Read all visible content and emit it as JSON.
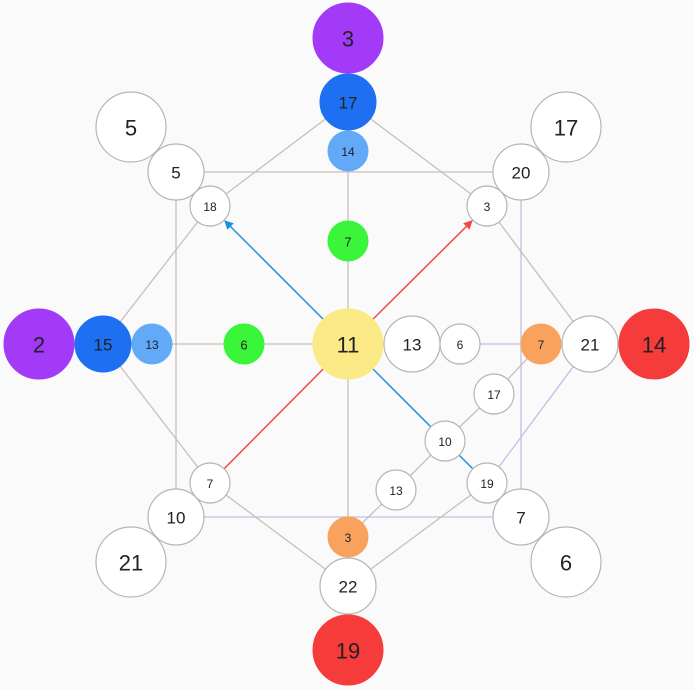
{
  "colors": {
    "background": "#fafafa",
    "edge_default": "#c8bfb8",
    "edge_lavender": "#c4bde3",
    "edge_blue": "#1a90e0",
    "edge_red": "#f04848",
    "node_white_fill": "#ffffff",
    "node_white_stroke": "#b5b5b5",
    "purple": "#a23af8",
    "blue_dark": "#1e6ff2",
    "blue_light": "#62a9f7",
    "green": "#3af53a",
    "yellow": "#fbe985",
    "orange": "#f9a25d",
    "red": "#f63b3b",
    "text": "#222222"
  },
  "board": {
    "nodes": [
      {
        "id": "top_purple",
        "value": "3",
        "color": "purple"
      },
      {
        "id": "top_blue_dark",
        "value": "17",
        "color": "blue_dark"
      },
      {
        "id": "top_blue_light",
        "value": "14",
        "color": "blue_light"
      },
      {
        "id": "top_green",
        "value": "7",
        "color": "green"
      },
      {
        "id": "left_purple",
        "value": "2",
        "color": "purple"
      },
      {
        "id": "left_blue_dark",
        "value": "15",
        "color": "blue_dark"
      },
      {
        "id": "left_blue_light",
        "value": "13",
        "color": "blue_light"
      },
      {
        "id": "left_green",
        "value": "6",
        "color": "green"
      },
      {
        "id": "center",
        "value": "11",
        "color": "yellow"
      },
      {
        "id": "right_white_13",
        "value": "13",
        "color": "white"
      },
      {
        "id": "right_white_6",
        "value": "6",
        "color": "white"
      },
      {
        "id": "right_orange",
        "value": "7",
        "color": "orange"
      },
      {
        "id": "right_white_21",
        "value": "21",
        "color": "white"
      },
      {
        "id": "right_red",
        "value": "14",
        "color": "red"
      },
      {
        "id": "bottom_orange",
        "value": "3",
        "color": "orange"
      },
      {
        "id": "bottom_white_22",
        "value": "22",
        "color": "white"
      },
      {
        "id": "bottom_red",
        "value": "19",
        "color": "red"
      },
      {
        "id": "corner_tl_outer",
        "value": "5",
        "color": "white"
      },
      {
        "id": "corner_tl_mid",
        "value": "5",
        "color": "white"
      },
      {
        "id": "corner_tl_inner",
        "value": "18",
        "color": "white"
      },
      {
        "id": "corner_tr_outer",
        "value": "17",
        "color": "white"
      },
      {
        "id": "corner_tr_mid",
        "value": "20",
        "color": "white"
      },
      {
        "id": "corner_tr_inner",
        "value": "3",
        "color": "white"
      },
      {
        "id": "corner_bl_outer",
        "value": "21",
        "color": "white"
      },
      {
        "id": "corner_bl_mid",
        "value": "10",
        "color": "white"
      },
      {
        "id": "corner_bl_inner",
        "value": "7",
        "color": "white"
      },
      {
        "id": "corner_br_outer",
        "value": "6",
        "color": "white"
      },
      {
        "id": "corner_br_mid",
        "value": "7",
        "color": "white"
      },
      {
        "id": "corner_br_inner",
        "value": "19",
        "color": "white"
      },
      {
        "id": "diag_17",
        "value": "17",
        "color": "white"
      },
      {
        "id": "diag_10",
        "value": "10",
        "color": "white"
      },
      {
        "id": "diag_13",
        "value": "13",
        "color": "white"
      }
    ],
    "edges": [
      {
        "from": "corner_tl_mid",
        "to": "corner_tr_mid",
        "color": "edge_default"
      },
      {
        "from": "corner_tl_mid",
        "to": "corner_bl_mid",
        "color": "edge_default"
      },
      {
        "from": "corner_tr_mid",
        "to": "corner_br_mid",
        "color": "edge_lavender"
      },
      {
        "from": "corner_bl_mid",
        "to": "corner_br_mid",
        "color": "edge_lavender"
      },
      {
        "from": "top_blue_dark",
        "to": "corner_tl_inner",
        "color": "edge_default"
      },
      {
        "from": "top_blue_dark",
        "to": "corner_tr_inner",
        "color": "edge_default"
      },
      {
        "from": "corner_tl_inner",
        "to": "left_blue_dark",
        "color": "edge_default"
      },
      {
        "from": "corner_tr_inner",
        "to": "right_white_21",
        "color": "edge_default"
      },
      {
        "from": "left_blue_dark",
        "to": "corner_bl_inner",
        "color": "edge_default"
      },
      {
        "from": "corner_bl_inner",
        "to": "bottom_white_22",
        "color": "edge_default"
      },
      {
        "from": "right_white_21",
        "to": "corner_br_inner",
        "color": "edge_lavender"
      },
      {
        "from": "corner_br_inner",
        "to": "bottom_white_22",
        "color": "edge_default"
      },
      {
        "from": "top_blue_light",
        "to": "top_green",
        "color": "edge_default"
      },
      {
        "from": "top_green",
        "to": "center",
        "color": "edge_default"
      },
      {
        "from": "left_blue_light",
        "to": "left_green",
        "color": "edge_default"
      },
      {
        "from": "left_green",
        "to": "center",
        "color": "edge_default"
      },
      {
        "from": "center",
        "to": "bottom_orange",
        "color": "edge_default"
      },
      {
        "from": "right_white_6",
        "to": "right_orange",
        "color": "edge_lavender"
      },
      {
        "from": "right_orange",
        "to": "diag_17",
        "color": "edge_default"
      },
      {
        "from": "diag_17",
        "to": "diag_10",
        "color": "edge_default"
      },
      {
        "from": "diag_10",
        "to": "diag_13",
        "color": "edge_default"
      },
      {
        "from": "diag_13",
        "to": "bottom_orange",
        "color": "edge_default"
      },
      {
        "from": "center",
        "to": "corner_tl_inner",
        "color": "edge_blue",
        "arrow": true
      },
      {
        "from": "center",
        "to": "corner_tr_inner",
        "color": "edge_red",
        "arrow": true
      },
      {
        "from": "center",
        "to": "corner_bl_inner",
        "color": "edge_red"
      },
      {
        "from": "center",
        "to": "corner_br_inner",
        "color": "edge_blue"
      }
    ]
  }
}
